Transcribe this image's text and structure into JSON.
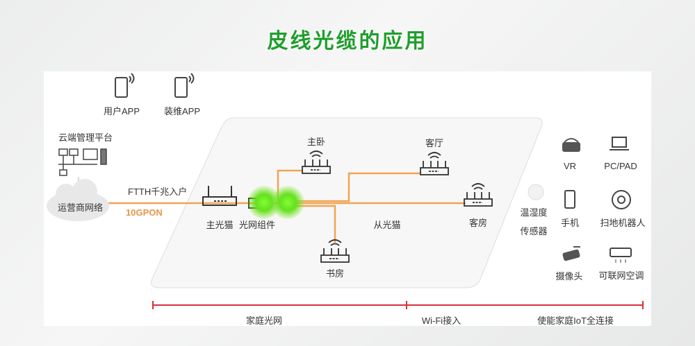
{
  "title": "皮线光缆的应用",
  "apps": {
    "user_app": "用户APP",
    "maint_app": "装维APP"
  },
  "cloud_platform": "云端管理平台",
  "operator_network": "运营商网络",
  "ftth": "FTTH千兆入户",
  "gpon": "10GPON",
  "main_modem": "主光猫",
  "optical_component": "光网组件",
  "slave_modem": "从光猫",
  "rooms": {
    "master_bedroom": "主卧",
    "living_room": "客厅",
    "guest_room": "客房",
    "study": "书房"
  },
  "devices": {
    "vr": "VR",
    "pc": "PC/PAD",
    "sensor_1": "温湿度",
    "sensor_2": "传感器",
    "phone": "手机",
    "robot": "扫地机器人",
    "camera": "摄像头",
    "ac": "可联网空调"
  },
  "sections": {
    "home": "家庭光网",
    "wifi": "Wi-Fi接入",
    "iot": "使能家庭IoT全连接"
  },
  "colors": {
    "title": "#1f9e2c",
    "fiber": "#f0a552",
    "timeline": "#d8303a"
  }
}
